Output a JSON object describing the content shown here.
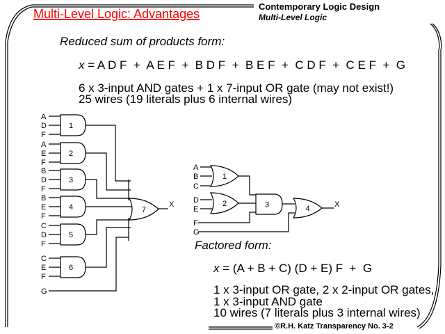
{
  "header": {
    "title": "Multi-Level Logic: Advantages",
    "course": "Contemporary Logic Design",
    "section": "Multi-Level Logic"
  },
  "sop": {
    "heading": "Reduced sum of products form:",
    "lhs": "x",
    "equation": " = A D F  +  A E F  +  B D F  +  B E F  +  C D F  +  C E F  +  G",
    "line1": "6 x 3-input AND gates + 1 x 7-input OR gate (may not exist!)",
    "line2": "25 wires (19 literals plus 6 internal wires)"
  },
  "left_diagram": {
    "inputs": [
      "A",
      "D",
      "F",
      "A",
      "E",
      "F",
      "B",
      "D",
      "F",
      "B",
      "E",
      "F",
      "C",
      "D",
      "F",
      "C",
      "E",
      "F",
      "G"
    ],
    "gates": [
      "1",
      "2",
      "3",
      "4",
      "5",
      "6",
      "7"
    ],
    "output": "X"
  },
  "right_diagram": {
    "inputs": [
      "A",
      "B",
      "C",
      "D",
      "E",
      "F",
      "G"
    ],
    "gates": [
      "1",
      "2",
      "3",
      "4"
    ],
    "output": "X"
  },
  "factored": {
    "heading": "Factored form:",
    "lhs": "x",
    "equation": " = (A + B + C) (D + E) F  +  G",
    "line1": "1 x 3-input OR gate, 2 x 2-input OR gates,",
    "line2": "1 x 3-input AND gate",
    "line3": "10 wires (7 literals plus 3 internal wires)"
  },
  "footer": {
    "text": "©R.H. Katz   Transparency No. 3-2"
  }
}
